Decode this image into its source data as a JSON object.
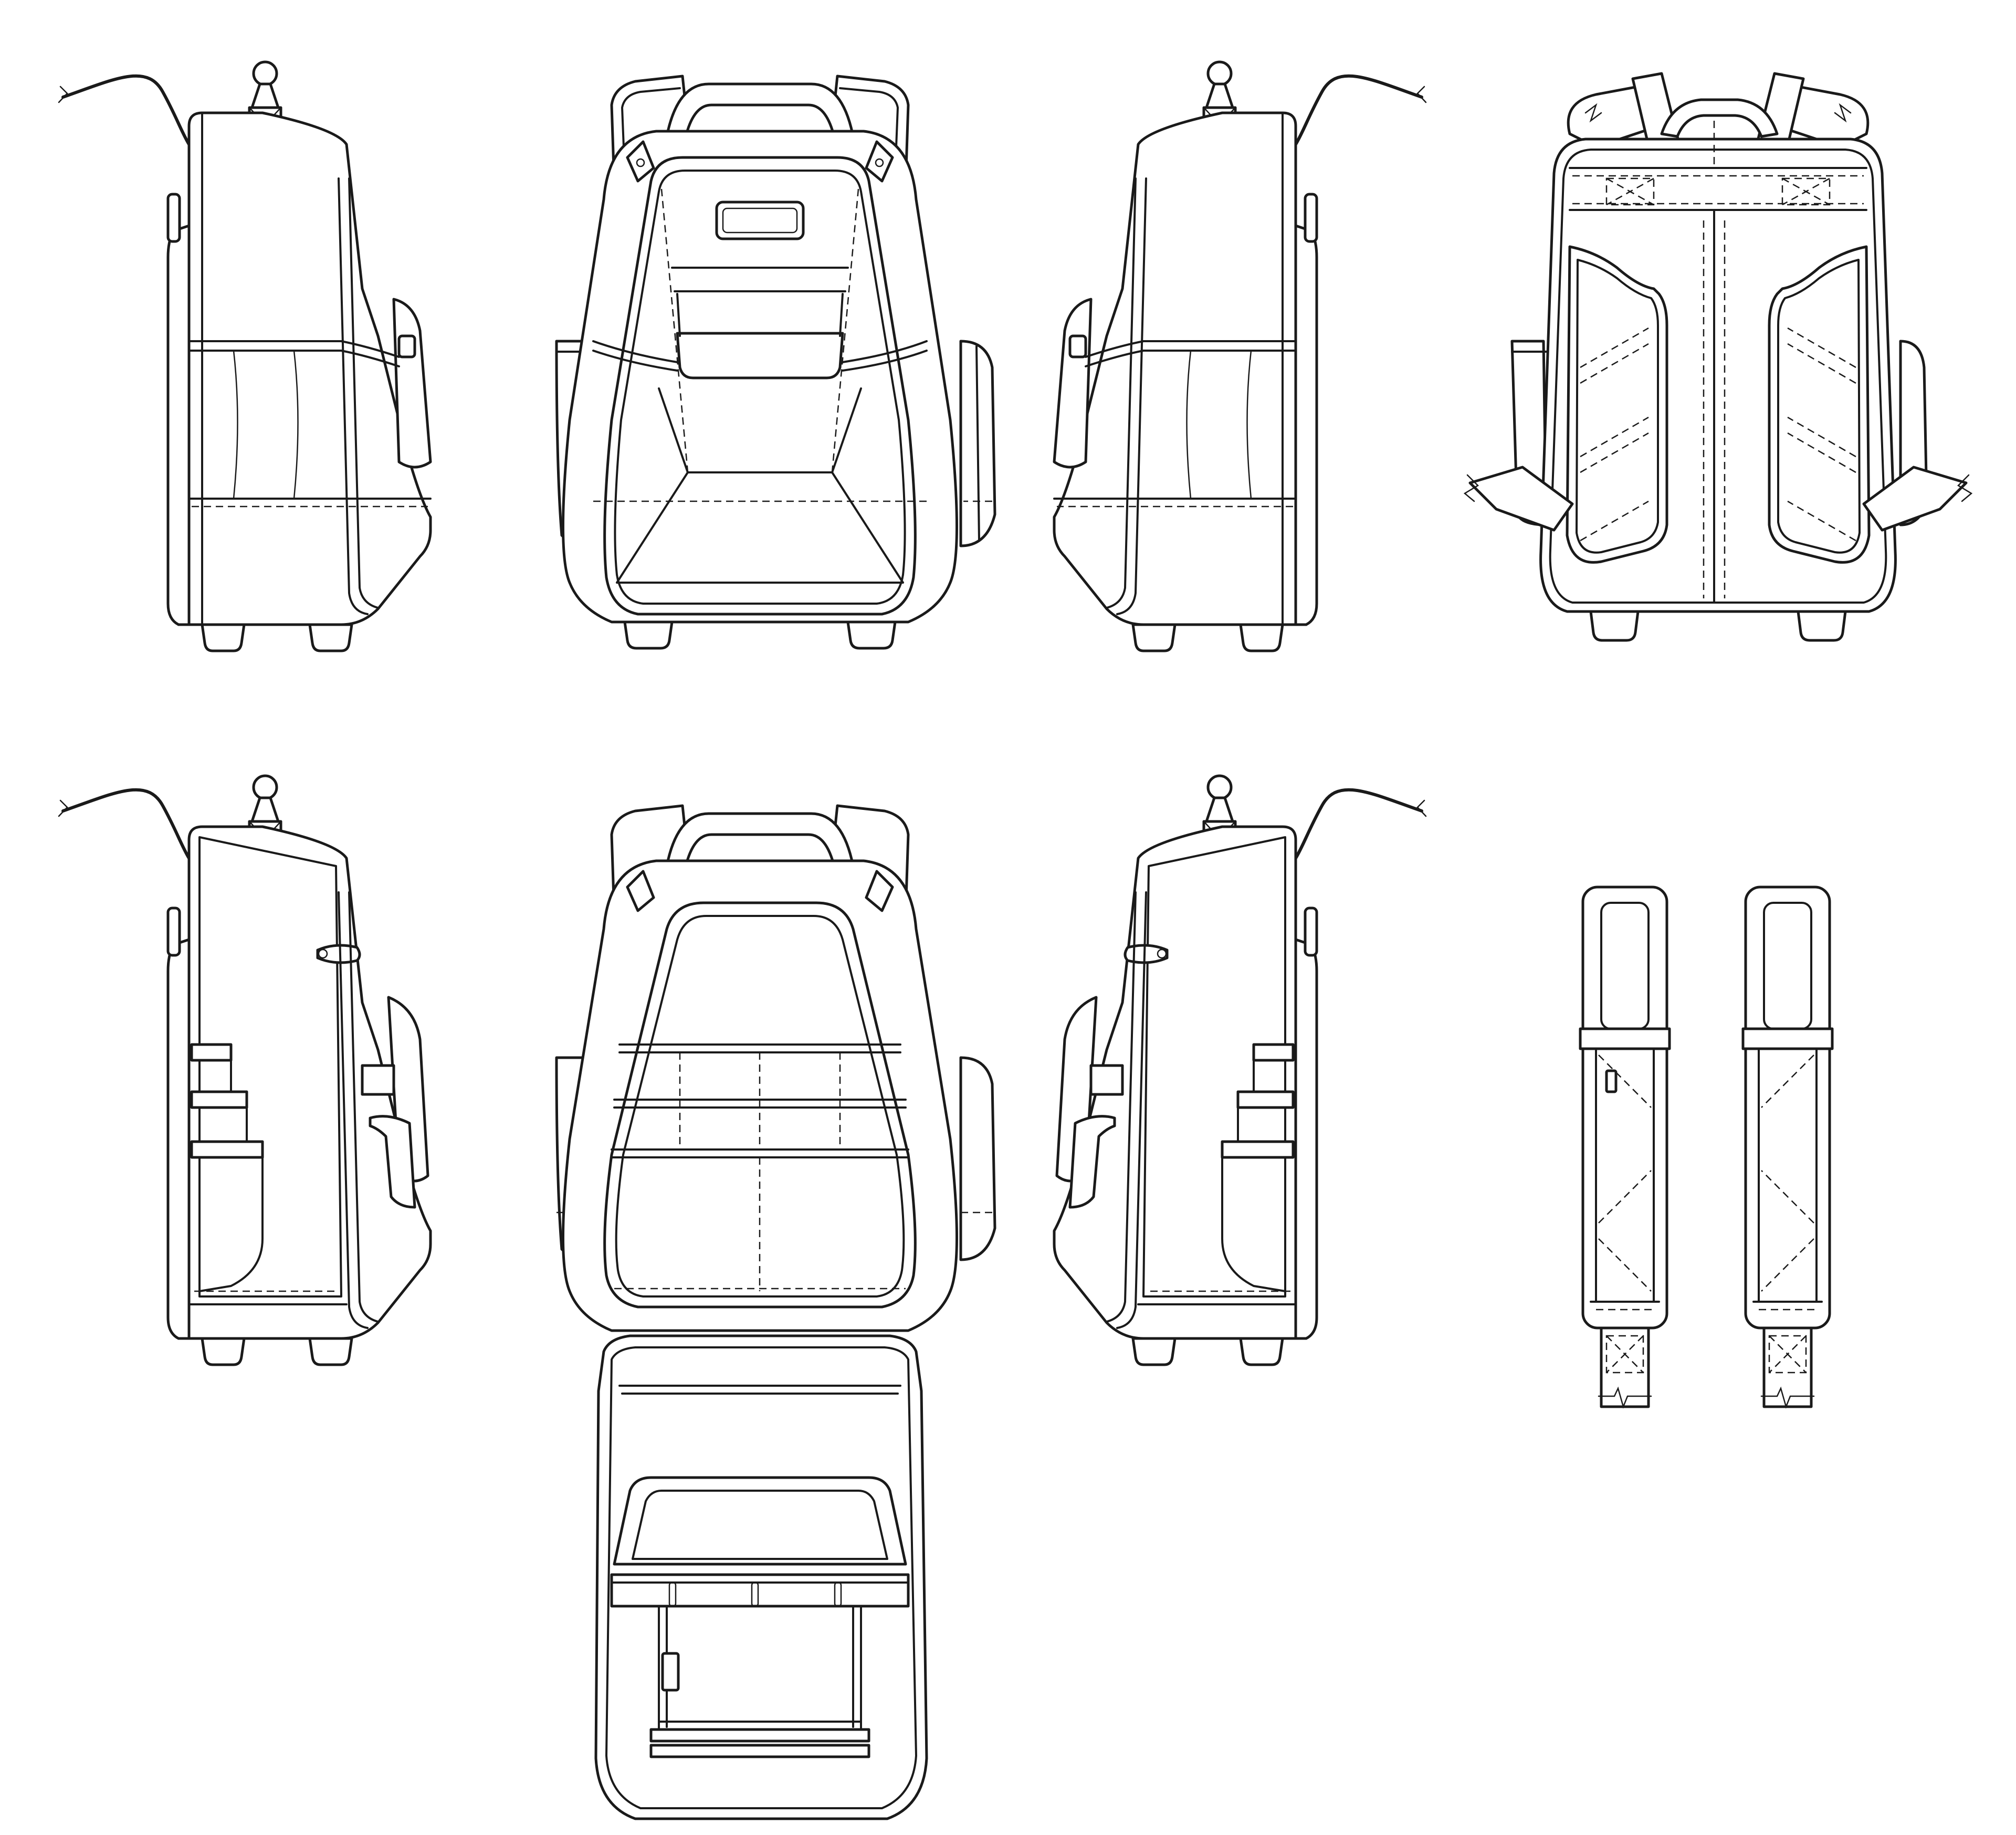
{
  "sheet": {
    "background": "#ffffff",
    "line_color": "#1a1a1a",
    "views": [
      {
        "name": "left-side-view",
        "row": 1,
        "column": 1
      },
      {
        "name": "front-view",
        "row": 1,
        "column": 2
      },
      {
        "name": "right-side-view",
        "row": 1,
        "column": 3
      },
      {
        "name": "back-view",
        "row": 1,
        "column": 4
      },
      {
        "name": "left-side-open-view",
        "row": 2,
        "column": 1
      },
      {
        "name": "front-open-view",
        "row": 2,
        "column": 2
      },
      {
        "name": "right-side-open-view",
        "row": 2,
        "column": 3
      },
      {
        "name": "shoulder-straps-view",
        "row": 2,
        "column": 4
      }
    ]
  }
}
